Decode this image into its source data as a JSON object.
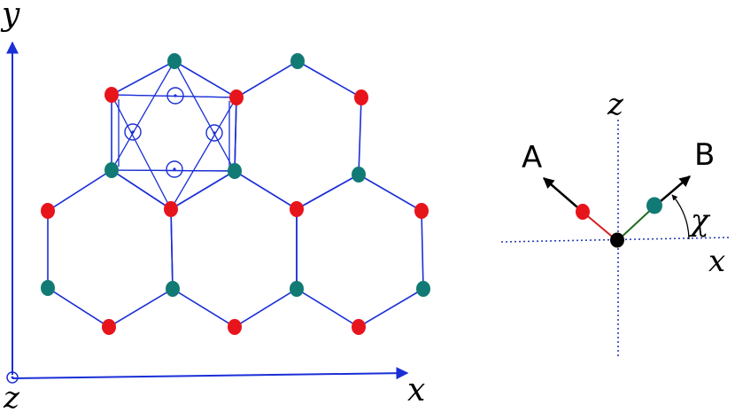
{
  "left_panel": {
    "axis_y_label": "y",
    "axis_x_label": "x",
    "axis_z_label": "z"
  },
  "right_panel": {
    "axis_z_label": "z",
    "axis_x_label": "x",
    "vector_a_label": "A",
    "vector_b_label": "B",
    "angle_label": "χ"
  },
  "colors": {
    "bond": "#1a2fd6",
    "site_red": "#e8141b",
    "site_teal": "#117a74",
    "center": "#000000",
    "arrow": "#000000",
    "bond_a": "#d42020",
    "bond_b": "#1e6b1e",
    "dotted_axis": "#2a3fb8",
    "text": "#000000"
  }
}
